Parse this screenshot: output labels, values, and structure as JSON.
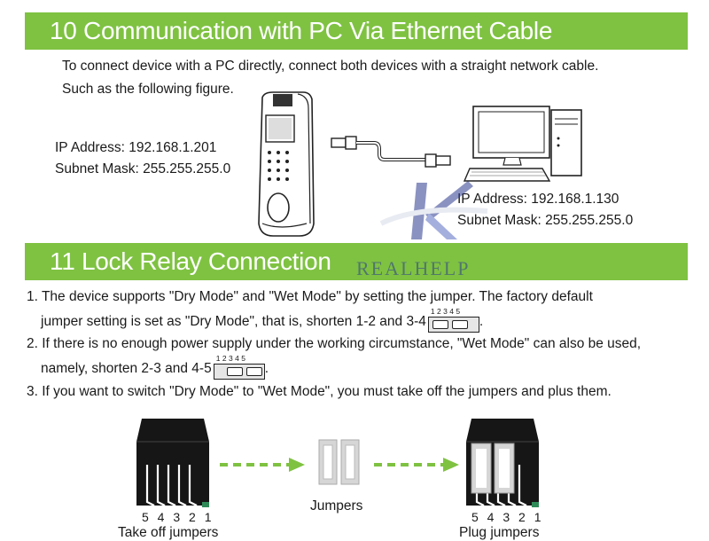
{
  "section10": {
    "title": "10 Communication with PC Via Ethernet Cable",
    "line1": "To connect device with a PC directly, connect both devices with a straight network cable.",
    "line2": "Such as the following figure.",
    "device": {
      "ip": "IP Address: 192.168.1.201",
      "mask": "Subnet Mask: 255.255.255.0"
    },
    "pc": {
      "ip": "IP Address: 192.168.1.130",
      "mask": "Subnet Mask: 255.255.255.0"
    }
  },
  "section11": {
    "title": "11 Lock Relay Connection",
    "item1_a": "1. The device supports \"Dry Mode\" and \"Wet Mode\" by setting the jumper. The factory default",
    "item1_b": "jumper setting is set as \"Dry Mode\", that is, shorten 1-2 and 3-4",
    "item1_end": ".",
    "item2_a": "2. If there is no enough power supply under the working circumstance, \"Wet Mode\" can also be used,",
    "item2_b": "namely, shorten 2-3 and 4-5",
    "item2_end": ".",
    "item3": "3. If you want to switch \"Dry Mode\" to \"Wet Mode\", you must take off the jumpers and plus them.",
    "jumper_numbers": "12345"
  },
  "figure": {
    "take_off_label": "Take off jumpers",
    "jumpers_label": "Jumpers",
    "plug_label": "Plug jumpers",
    "pins_left": "5 4 3 2 1",
    "pins_right": "5 4 3 2 1"
  },
  "watermark": "REALHELP",
  "colors": {
    "header_green": "#7fc242",
    "arrow_green": "#7fc242",
    "watermark_blue": "#2b3a8f"
  }
}
